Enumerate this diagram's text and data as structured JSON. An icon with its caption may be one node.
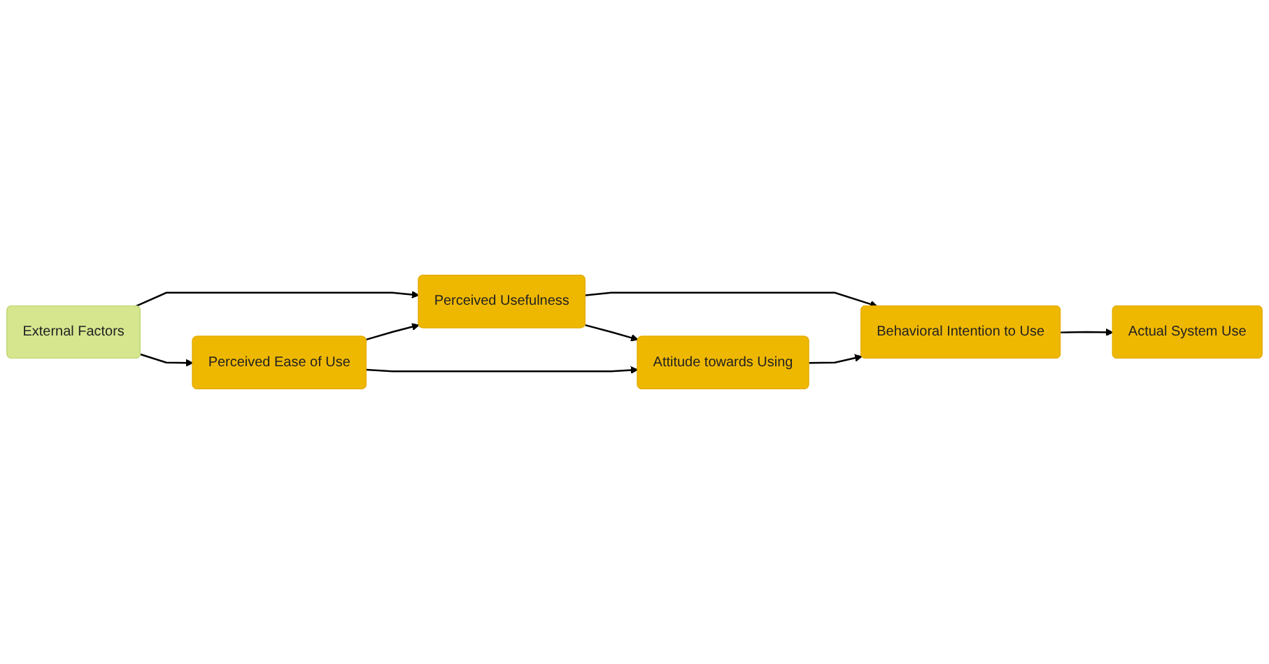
{
  "diagram": {
    "nodes": [
      {
        "text": [
          "External Factors"
        ]
      },
      {
        "text": [
          "Perceived Usefulness"
        ]
      },
      {
        "text": [
          "Perceived Ease of Use"
        ]
      },
      {
        "text": [
          "Attitude towards Using"
        ]
      },
      {
        "text": [
          "Behavioral Intention to Use"
        ]
      },
      {
        "text": [
          "Actual System Use"
        ]
      }
    ],
    "edges": [
      {
        "from": 0,
        "to": 1,
        "arrow": "to"
      },
      {
        "from": 0,
        "to": 2,
        "arrow": "to"
      },
      {
        "from": 2,
        "to": 1,
        "arrow": "to"
      },
      {
        "from": 1,
        "to": 3,
        "arrow": "to"
      },
      {
        "from": 2,
        "to": 3,
        "arrow": "to"
      },
      {
        "from": 1,
        "to": 4,
        "arrow": "to"
      },
      {
        "from": 3,
        "to": 4,
        "arrow": "to"
      },
      {
        "from": 4,
        "to": 5,
        "arrow": "to"
      }
    ]
  }
}
